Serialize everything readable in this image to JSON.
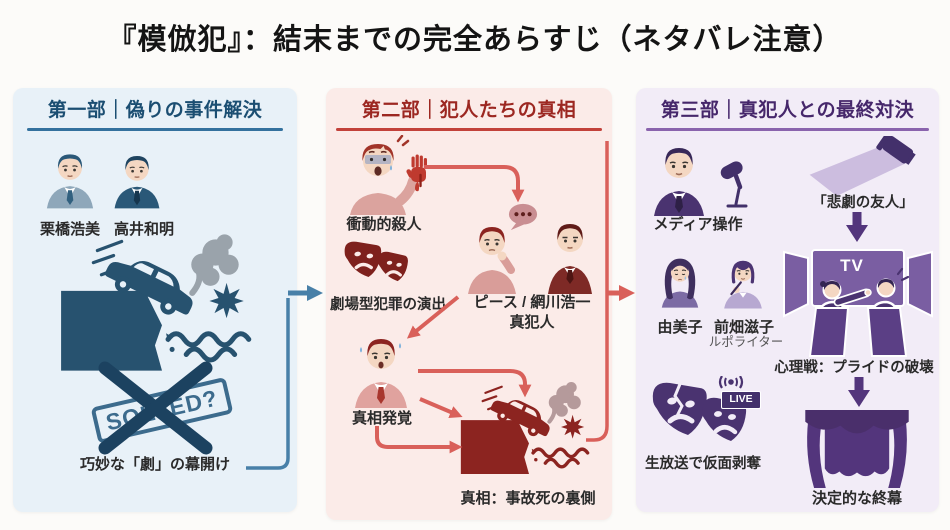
{
  "title": "『模倣犯』：結末までの完全あらすじ（ネタバレ注意）",
  "palette": {
    "part1_accent": "#33719e",
    "part1_main": "#27526f",
    "part1_bg": "#e8f1f8",
    "part2_accent": "#c2413a",
    "part2_main": "#8c2420",
    "part2_bg": "#fbebe8",
    "part3_accent": "#8a63ad",
    "part3_main": "#4a3370",
    "part3_bg": "#f2ecf7",
    "arrow_red": "#d9605a",
    "arrow_blue": "#4880a8"
  },
  "part1": {
    "header": "第一部｜偽りの事件解決",
    "member1": "栗橋浩美",
    "member2": "高井和明",
    "stamp": "SOLVED?",
    "caption": "巧妙な「劇」の幕開け",
    "icons": [
      "businessman-icon",
      "businessman-icon",
      "car-cliff-icon",
      "solved-stamp-icon",
      "cross-x-icon"
    ]
  },
  "part2": {
    "header": "第二部｜犯人たちの真相",
    "murder": "衝動的殺人",
    "theater": "劇場型犯罪の演出",
    "culprit_line1": "ピース / 網川浩一",
    "culprit_line2": "真犯人",
    "reveal": "真相発覚",
    "truth": "真相：事故死の裏側",
    "icons": [
      "panicked-man-bloody-hand-icon",
      "theater-masks-icon",
      "speech-bubble-icon",
      "two-men-icon",
      "sweating-man-icon",
      "car-cliff-icon"
    ]
  },
  "part3": {
    "header": "第三部｜真犯人との最終対決",
    "media": "メディア操作",
    "friend": "「悲劇の友人」",
    "yumiko": "由美子",
    "maehata": "前畑滋子",
    "reporter": "ルポライター",
    "tv": "TV",
    "psych": "心理戦：プライドの破壊",
    "unmask": "生放送で仮面剥奪",
    "live": "LIVE",
    "finale": "決定的な終幕",
    "icons": [
      "man-with-microphone-icon",
      "spotlight-icon",
      "crying-woman-icon",
      "reporter-woman-icon",
      "tv-debate-icon",
      "cracked-masks-live-icon",
      "curtain-icon",
      "down-arrow-icon"
    ]
  }
}
